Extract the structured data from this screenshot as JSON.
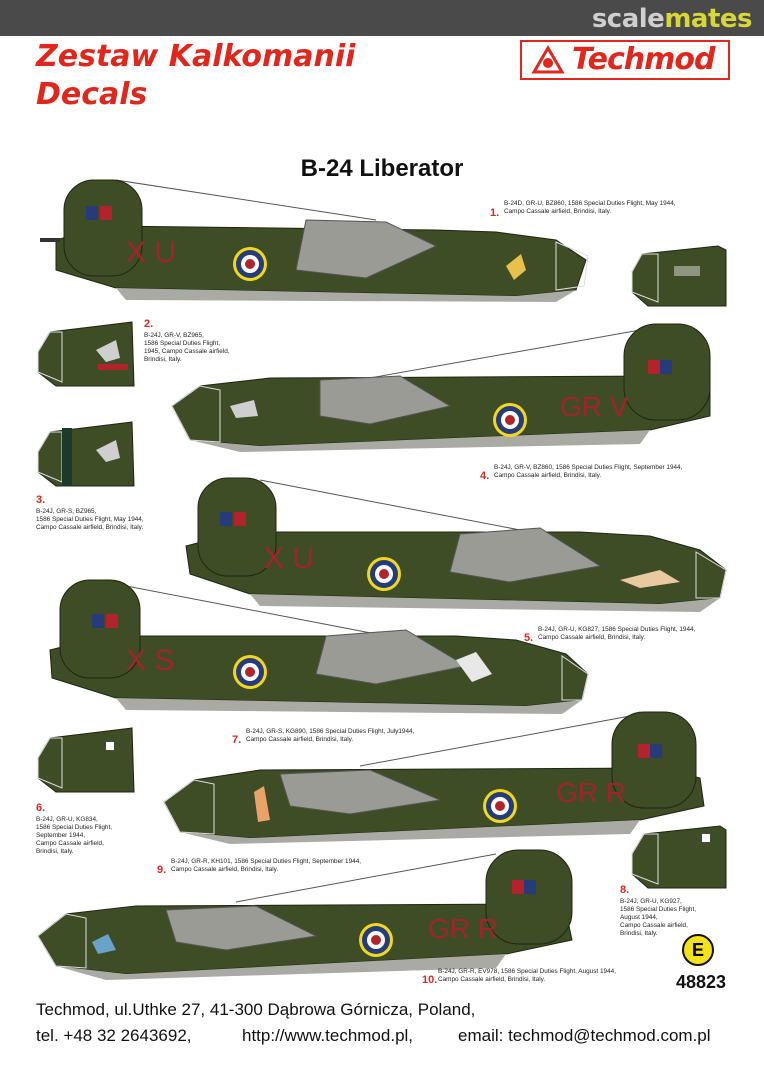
{
  "watermark": {
    "part1": "scale",
    "part2": "mates"
  },
  "header": {
    "title_line1": "Zestaw Kalkomanii",
    "title_line2": "Decals",
    "brand": "Techmod"
  },
  "subject": "B-24 Liberator",
  "profiles": [
    {
      "number": "1.",
      "caption": "B-24D, GR-U, BZ860, 1586 Special Duties Flight, May 1944,\nCampo Cassale airfield, Brindisi, Italy."
    },
    {
      "number": "2.",
      "caption": "B-24J, GR-V, BZ965,\n1586 Special Duties Flight,\n1945, Campo Cassale airfield,\nBrindisi, Italy."
    },
    {
      "number": "3.",
      "caption": "B-24J, GR-S, BZ965,\n1586 Special Duties Flight, May 1944,\nCampo Cassale airfield, Brindisi, Italy."
    },
    {
      "number": "4.",
      "caption": "B-24J, GR-V, BZ860, 1586 Special Duties Flight, September 1944,\nCampo Cassale airfield, Brindisi, Italy."
    },
    {
      "number": "5.",
      "caption": "B-24J, GR-U, KG827, 1586 Special Duties Flight, 1944,\nCampo Cassale airfield, Brindisi, Italy."
    },
    {
      "number": "6.",
      "caption": "B-24J, GR-U, KG834,\n1586 Special Duties Flight,\nSeptember 1944,\nCampo Cassale airfield,\nBrindisi, Italy."
    },
    {
      "number": "7.",
      "caption": "B-24J, GR-S, KG890, 1586 Special Duties Flight, July1944,\nCampo Cassale airfield, Brindisi, Italy."
    },
    {
      "number": "8.",
      "caption": "B-24J, GR-U, KG927,\n1586 Special Duties Flight,\nAugust 1944,\nCampo Cassale airfield,\nBrindisi, Italy."
    },
    {
      "number": "9.",
      "caption": "B-24J, GR-R, KH101, 1586 Special Duties Flight, September 1944,\nCampo Cassale airfield, Brindisi, Italy."
    },
    {
      "number": "10.",
      "caption": "B-24J, GR-R, EV978, 1586 Special Duties Flight, August 1944,\nCampo Cassale airfield, Brindisi, Italy."
    }
  ],
  "codes": {
    "p1": "X   U",
    "p4": "GR  V",
    "p5": "X   U",
    "p7": "X   S",
    "p9": "GR  R",
    "p10": "GR  R"
  },
  "language_badge": "E",
  "kit_number": "48823",
  "footer": {
    "address": "Techmod, ul.Uthke 27, 41-300 Dąbrowa Górnicza, Poland,",
    "phone": "tel. +48 32 2643692,",
    "website": "http://www.techmod.pl,",
    "email": "email: techmod@techmod.com.pl"
  },
  "colors": {
    "olive": "#3e4d25",
    "grey": "#a9aaa4",
    "red": "#e1261c",
    "roundel_blue": "#253b7a",
    "roundel_red": "#b3232b",
    "roundel_yellow": "#f2d81c"
  }
}
